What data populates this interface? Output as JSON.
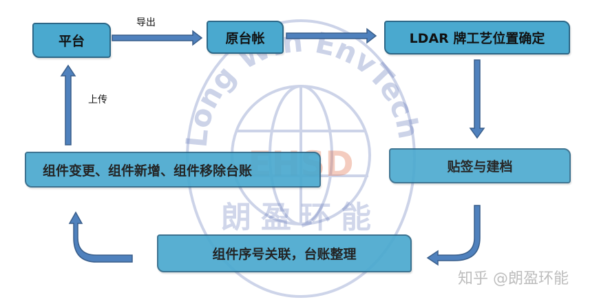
{
  "nodes": {
    "platform": "平台",
    "original_ledger": "原台帐",
    "ldar_location": "LDAR 牌工艺位置确定",
    "tag_archive": "贴签与建档",
    "component_changes": "组件变更、组件新增、组件移除台账",
    "component_serial": "组件序号关联，台账整理"
  },
  "edges": {
    "export": "导出",
    "upload": "上传"
  },
  "watermark": {
    "arc_text": "Long Win EnvTech",
    "center_text": "EHSD",
    "bottom_text": "朗盈环能"
  },
  "source_watermark": "知乎 @朗盈环能",
  "colors": {
    "box": "#4aa9cf",
    "box_border": "#2c6787",
    "arrow": "#4f81bd"
  }
}
